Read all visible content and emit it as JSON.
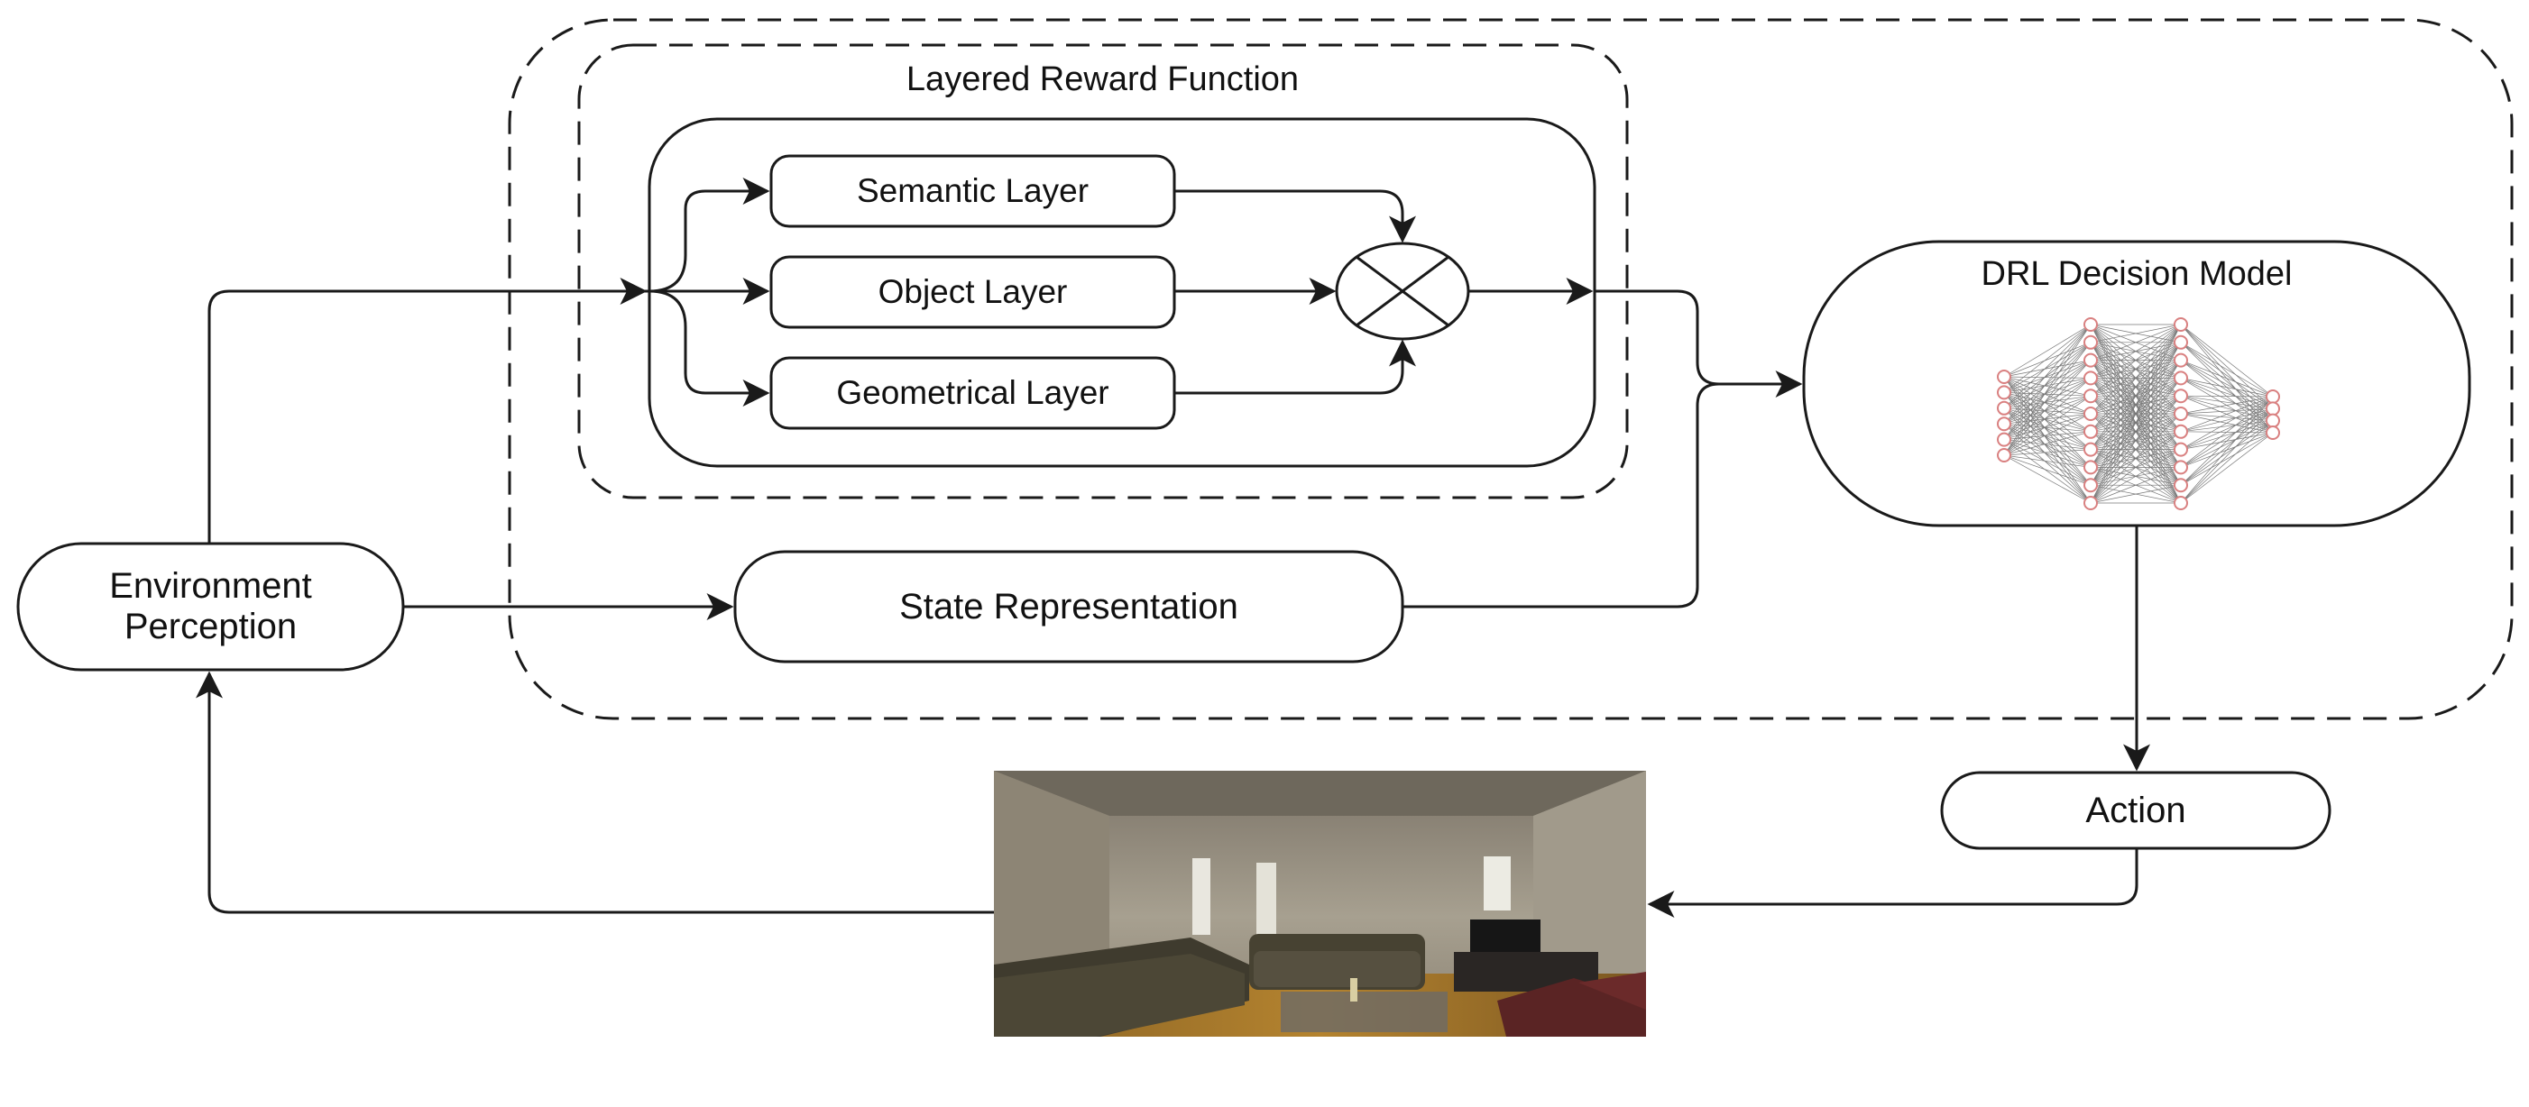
{
  "groups": {
    "layered_reward_function": "Layered Reward Function",
    "drl_decision_model": "DRL Decision Model"
  },
  "nodes": {
    "semantic_layer": "Semantic Layer",
    "object_layer": "Object Layer",
    "geometrical_layer": "Geometrical Layer",
    "environment_perception_line1": "Environment",
    "environment_perception_line2": "Perception",
    "state_representation": "State Representation",
    "action": "Action"
  },
  "icons": {
    "combiner": "multiply-circle-icon",
    "neural_network": "neural-network-icon",
    "scene": "living-room-scene-image"
  },
  "colors": {
    "stroke": "#1a1a1a",
    "neuron": "#d98080",
    "background": "#ffffff"
  }
}
